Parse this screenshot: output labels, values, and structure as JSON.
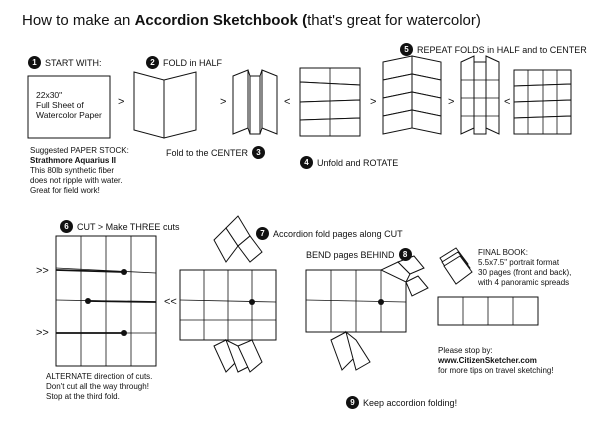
{
  "title": {
    "pre": "How to make an ",
    "bold": "Accordion Sketchbook (",
    "post": "that's great for watercolor)"
  },
  "step1": {
    "num": "1",
    "label": "START WITH:",
    "box_lines": [
      "22x30\"",
      "Full Sheet of",
      "Watercolor Paper"
    ],
    "stock_label": "Suggested PAPER STOCK:",
    "stock_name": "Strathmore Aquarius II",
    "stock_desc": [
      "This 80lb synthetic fiber",
      "does not ripple with water.",
      "Great for field work!"
    ]
  },
  "step2": {
    "num": "2",
    "label": "FOLD in HALF"
  },
  "step3": {
    "num": "3",
    "label": "Fold to the CENTER"
  },
  "step4": {
    "num": "4",
    "label": "Unfold and ROTATE"
  },
  "step5": {
    "num": "5",
    "label": "REPEAT FOLDS in HALF and to CENTER"
  },
  "step6": {
    "num": "6",
    "label": "CUT > Make THREE cuts",
    "note": [
      "ALTERNATE direction of cuts.",
      "Don't cut all the way through!",
      "Stop at the third fold."
    ]
  },
  "step7": {
    "num": "7",
    "label": "Accordion fold pages along CUT"
  },
  "step8": {
    "num": "8",
    "label": "BEND pages BEHIND"
  },
  "step9": {
    "num": "9",
    "label": "Keep accordion folding!"
  },
  "final": {
    "label": "FINAL BOOK:",
    "lines": [
      "5.5x7.5\" portrait format",
      "30 pages (front and back),",
      "with 4 panoramic spreads"
    ]
  },
  "footer": {
    "line1": "Please stop by:",
    "url": "www.CitizenSketcher.com",
    "line3": "for more tips on travel sketching!"
  },
  "arrows": {
    "gt": ">",
    "lt": "<",
    "dgt": ">>",
    "dlt": "<<"
  }
}
